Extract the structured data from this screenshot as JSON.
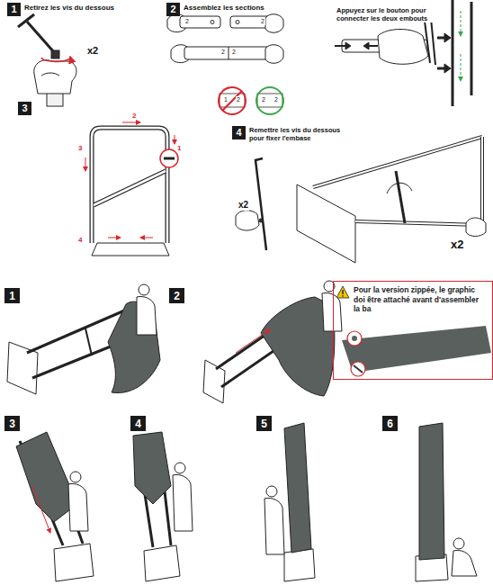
{
  "diagram": {
    "nodes": [
      {
        "text": [
          "1"
        ]
      },
      {
        "text": [
          "2"
        ]
      },
      {
        "text": [
          "3"
        ]
      },
      {
        "text": [
          "4"
        ]
      },
      {
        "text": [
          "Pour la version zippée, le graphic doi être attaché avant d'assembler la ba"
        ]
      },
      {
        "text": [
          "1"
        ]
      },
      {
        "text": [
          "2"
        ]
      },
      {
        "text": [
          "3"
        ]
      },
      {
        "text": [
          "4"
        ]
      },
      {
        "text": [
          "5"
        ]
      },
      {
        "text": [
          "6"
        ]
      }
    ],
    "labels": [
      "Retirez les vis du dessous",
      "x2",
      "Assemblez les sections",
      "2",
      "2",
      "2",
      "2",
      "1",
      "2",
      "2",
      "2",
      "Appuyez sur le bouton pour connecter les deux embouts",
      "2",
      "3",
      "1",
      "4",
      "Remettre les vis du dessous pour fixer l'embase",
      "x2",
      "x2"
    ]
  }
}
